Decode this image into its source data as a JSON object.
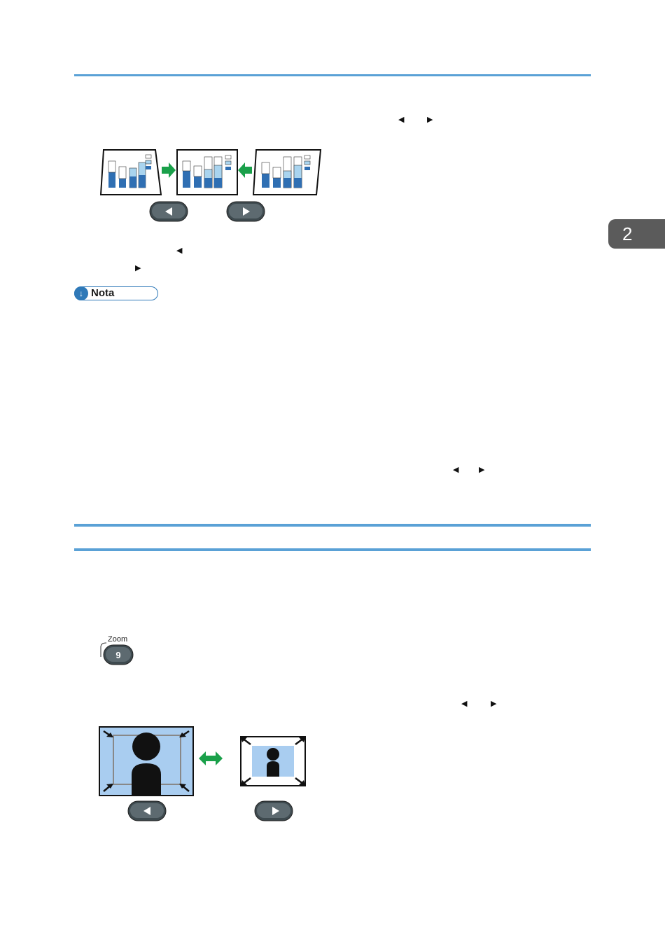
{
  "chapter_tab": {
    "label": "2"
  },
  "note": {
    "label": "Nota",
    "icon": "arrow-down-circle-icon"
  },
  "zoom_key": {
    "label": "Zoom",
    "number": "9"
  },
  "glyphs": {
    "left": "◀",
    "right": "▶"
  },
  "colors": {
    "accent_rule": "#5aa1d6",
    "tab": "#5b5b5b",
    "green_arrow": "#1aa04a",
    "bar_dark": "#2f6fb3",
    "bar_light": "#a9d4ef",
    "photo_bg": "#a9cdf0"
  }
}
